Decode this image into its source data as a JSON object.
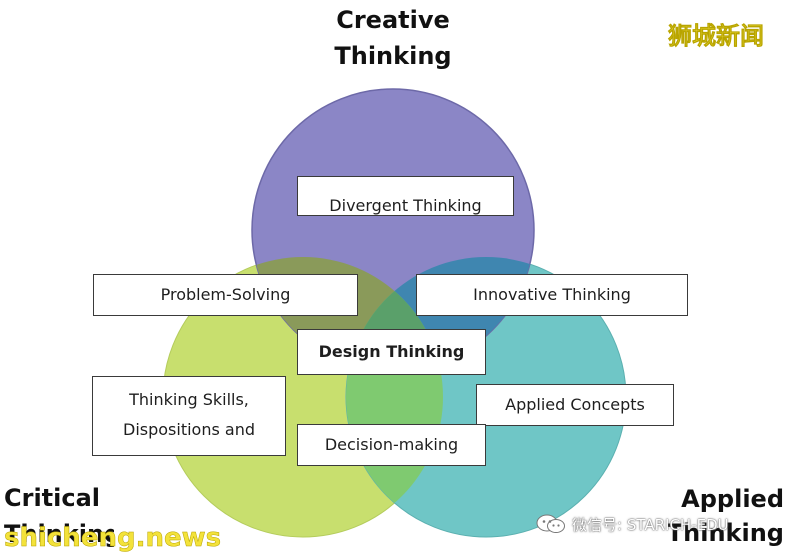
{
  "labels": {
    "creative": [
      "Creative",
      "Thinking"
    ],
    "critical": [
      "Critical",
      "Thinking"
    ],
    "applied": [
      "Applied",
      "Thinking"
    ]
  },
  "boxes": {
    "divergent": "Divergent Thinking",
    "problem_solving": "Problem-Solving",
    "innovative": "Innovative Thinking",
    "design": "Design Thinking",
    "skills": [
      "Thinking Skills,",
      "Dispositions and"
    ],
    "applied_concepts": "Applied Concepts",
    "decision": "Decision-making"
  },
  "watermarks": {
    "top_right": "狮城新闻",
    "bottom_left": "shicheng.news",
    "bottom_right": "微信号: STARICH-EDU"
  },
  "colors": {
    "creative": "#8b86c6",
    "critical": "#c8df6e",
    "applied": "#6fc6c6",
    "creative_critical": "#8a9a5a",
    "creative_applied": "#3f86b0",
    "critical_applied": "#7fca70",
    "center": "#5aa06a"
  }
}
